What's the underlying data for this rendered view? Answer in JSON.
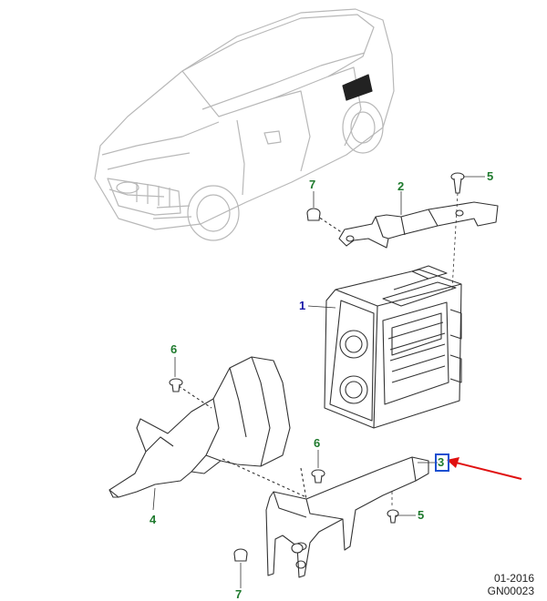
{
  "callouts": [
    {
      "id": "1",
      "text": "1",
      "color": "#1a1aa8"
    },
    {
      "id": "2",
      "text": "2",
      "color": "#1f7a2e"
    },
    {
      "id": "3",
      "text": "3",
      "color": "#1f7a2e"
    },
    {
      "id": "4",
      "text": "4",
      "color": "#1f7a2e"
    },
    {
      "id": "5a",
      "text": "5",
      "color": "#1f7a2e"
    },
    {
      "id": "5b",
      "text": "5",
      "color": "#1f7a2e"
    },
    {
      "id": "6a",
      "text": "6",
      "color": "#1f7a2e"
    },
    {
      "id": "6b",
      "text": "6",
      "color": "#1f7a2e"
    },
    {
      "id": "7a",
      "text": "7",
      "color": "#1f7a2e"
    },
    {
      "id": "7b",
      "text": "7",
      "color": "#1f7a2e"
    }
  ],
  "footer": {
    "date": "01-2016",
    "code": "GN00023"
  },
  "colors": {
    "line": "#333333",
    "car": "#b8b8b8",
    "highlight": "#1a4fd0",
    "arrow": "#e01010"
  }
}
